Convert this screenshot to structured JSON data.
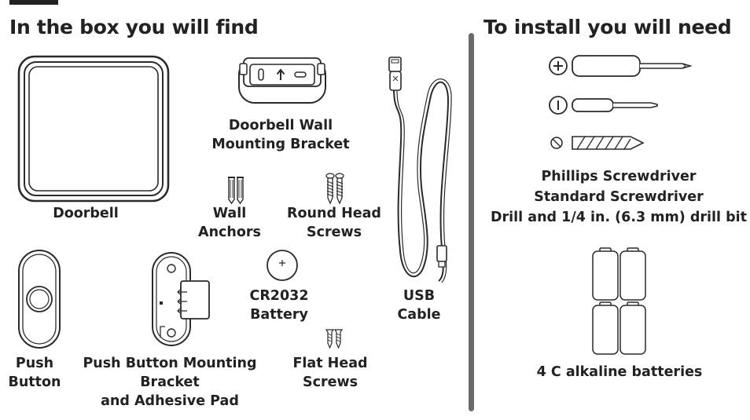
{
  "sections": {
    "left_heading": "In the box you will find",
    "right_heading": "To install you will need"
  },
  "box_items": {
    "doorbell": [
      "Doorbell"
    ],
    "wall_bracket": [
      "Doorbell Wall",
      "Mounting Bracket"
    ],
    "wall_anchors": [
      "Wall",
      "Anchors"
    ],
    "round_head_screws": [
      "Round Head",
      "Screws"
    ],
    "cr2032": [
      "CR2032",
      "Battery"
    ],
    "usb_cable": [
      "USB",
      "Cable"
    ],
    "push_button": [
      "Push",
      "Button"
    ],
    "push_bracket": [
      "Push Button Mounting",
      "Bracket",
      "and Adhesive Pad"
    ],
    "flat_head_screws": [
      "Flat Head",
      "Screws"
    ]
  },
  "tools": {
    "lines": [
      "Phillips Screwdriver",
      "Standard Screwdriver",
      "Drill and 1/4 in. (6.3 mm) drill bit"
    ],
    "batteries": "4 C alkaline batteries"
  },
  "icons": [
    "doorbell-icon",
    "wall-bracket-icon",
    "wall-anchors-icon",
    "round-head-screws-icon",
    "coin-battery-icon",
    "usb-cable-icon",
    "push-button-icon",
    "push-button-bracket-icon",
    "flat-head-screws-icon",
    "phillips-screwdriver-icon",
    "standard-screwdriver-icon",
    "drill-bit-icon",
    "c-batteries-icon"
  ]
}
